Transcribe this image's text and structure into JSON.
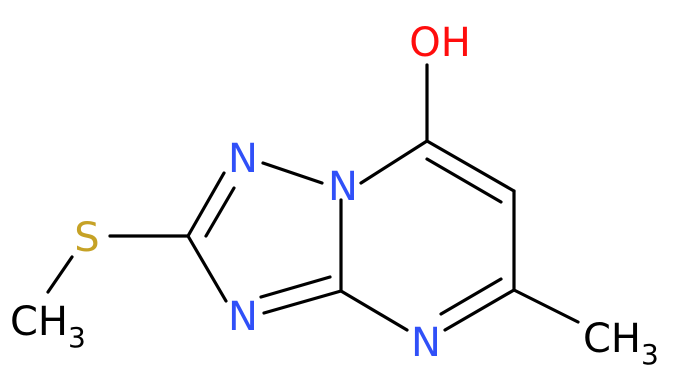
{
  "atoms": {
    "oh": "OH",
    "n1": "N",
    "n_bridge": "N",
    "n3": "N",
    "n_pyr": "N",
    "s": "S",
    "ch3_s_c": "CH",
    "ch3_s_sub": "3",
    "ch3_r_c": "CH",
    "ch3_r_sub": "3"
  },
  "colors": {
    "bond": "#000000",
    "nitrogen": "#3050F8",
    "oxygen": "#FF0D0D",
    "sulfur": "#C6A226",
    "carbon": "#000000"
  }
}
